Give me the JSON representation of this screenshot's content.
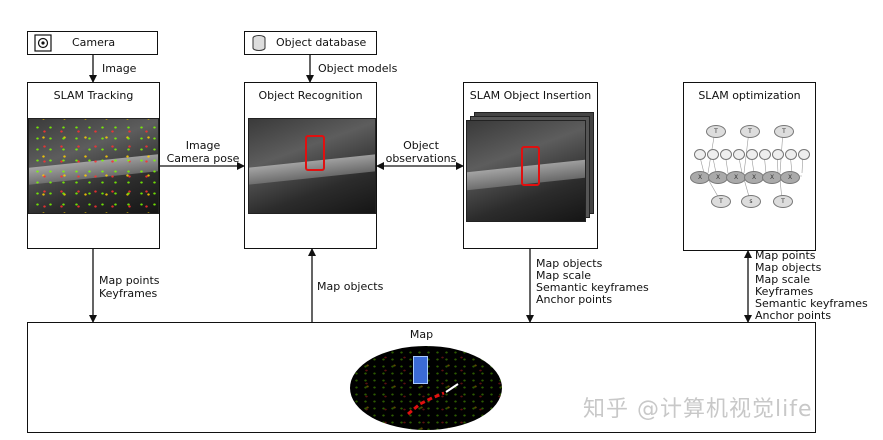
{
  "nodes": {
    "camera": {
      "label": "Camera"
    },
    "object_database": {
      "label": "Object database"
    },
    "slam_tracking": {
      "label": "SLAM Tracking"
    },
    "object_recognition": {
      "label": "Object Recognition"
    },
    "slam_object_insertion": {
      "label": "SLAM Object Insertion"
    },
    "slam_optimization": {
      "label": "SLAM optimization"
    },
    "map": {
      "label": "Map"
    }
  },
  "edges": {
    "camera_to_tracking": {
      "label": "Image"
    },
    "database_to_recognition": {
      "label": "Object models"
    },
    "tracking_to_recognition": {
      "lines": [
        "Image",
        "Camera pose"
      ]
    },
    "recognition_insertion": {
      "lines": [
        "Object",
        "observations"
      ]
    },
    "tracking_to_map": {
      "lines": [
        "Map points",
        "Keyframes"
      ]
    },
    "map_to_recognition": {
      "label": "Map objects"
    },
    "insertion_to_map": {
      "lines": [
        "Map objects",
        "Map scale",
        "Semantic keyframes",
        "Anchor points"
      ]
    },
    "optimization_map": {
      "lines": [
        "Map points",
        "Map objects",
        "Map scale",
        "Keyframes",
        "Semantic keyframes",
        "Anchor points"
      ]
    }
  },
  "graph_nodes": {
    "top": [
      "T",
      "T",
      "T"
    ],
    "middle": [
      "X",
      "X",
      "X",
      "X",
      "X",
      "X"
    ],
    "bottom": [
      "T",
      "s",
      "T"
    ]
  },
  "watermark": "知乎 @计算机视觉life",
  "colors": {
    "line": "#111111",
    "highlight": "#e01010",
    "features": "#7cfc00"
  }
}
